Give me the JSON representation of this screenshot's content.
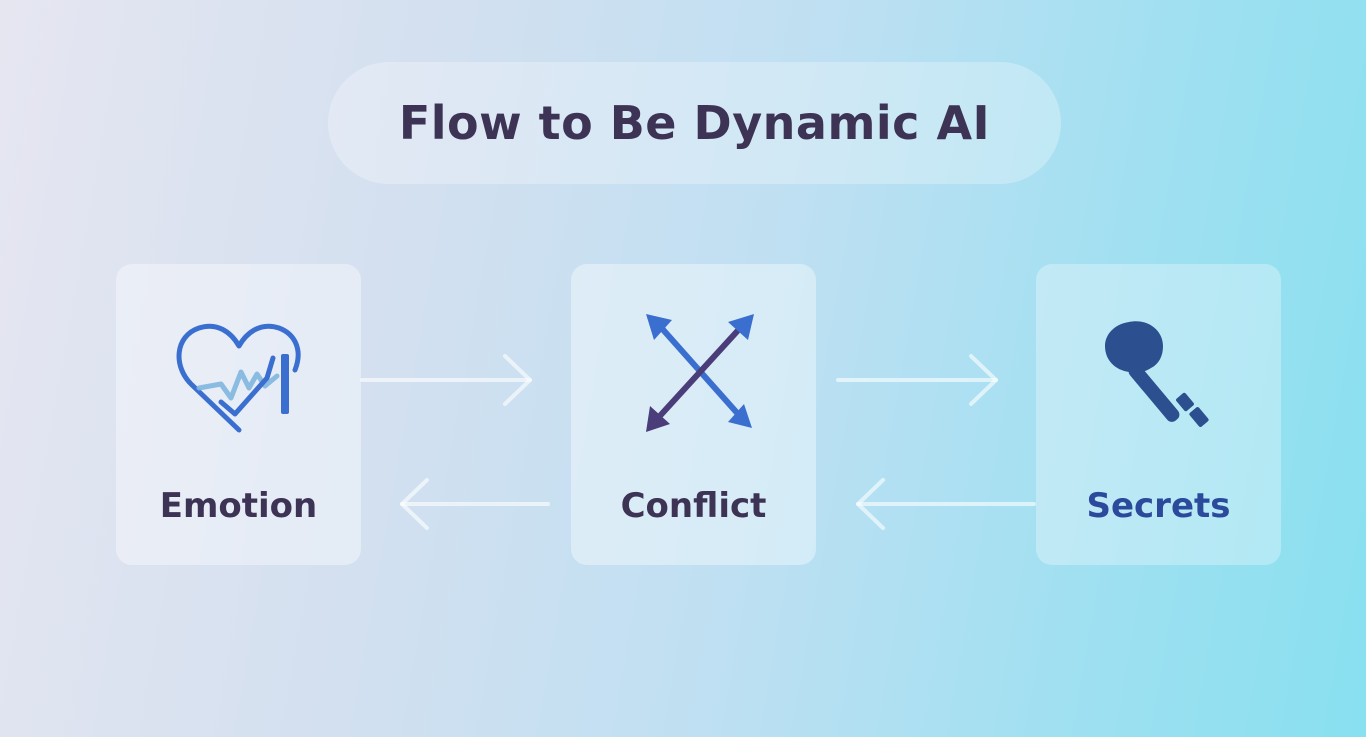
{
  "title": "Flow to Be Dynamic AI",
  "nodes": [
    {
      "label": "Emotion",
      "icon": "heart-pulse-icon",
      "label_color": "#3d3354"
    },
    {
      "label": "Conflict",
      "icon": "crossed-arrows-icon",
      "label_color": "#3d3354"
    },
    {
      "label": "Secrets",
      "icon": "key-icon",
      "label_color": "#2b4a9c"
    }
  ],
  "colors": {
    "title_text": "#3d3354",
    "icon_blue": "#3a6fd0",
    "icon_navy": "#2b4f8f",
    "icon_purple": "#4a3d7a",
    "arrow": "#ffffff"
  }
}
